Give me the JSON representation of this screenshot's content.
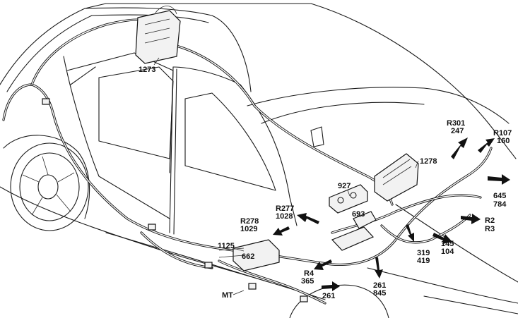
{
  "labels": {
    "l1273": "1273",
    "l1278": "1278",
    "r301": "R301",
    "n247": "247",
    "r107": "R107",
    "n160": "160",
    "n927": "927",
    "n645": "645",
    "n784": "784",
    "n693": "693",
    "r2": "R2",
    "r3": "R3",
    "r277": "R277",
    "n1028": "1028",
    "r278": "R278",
    "n1029": "1029",
    "n145": "145",
    "n104": "104",
    "n1125": "1125",
    "n662": "662",
    "n319": "319",
    "n419": "419",
    "r4": "R4",
    "n365": "365",
    "n261a": "261",
    "n261b": "261",
    "n845": "845",
    "mt": "MT"
  },
  "colors": {
    "ink": "#111111",
    "paper": "#ffffff"
  }
}
